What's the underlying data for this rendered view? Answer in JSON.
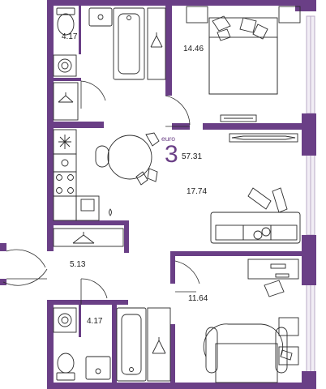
{
  "colors": {
    "wall": "#6a3f86",
    "line": "#2b2b2b",
    "window": "#d8cde0",
    "background": "#ffffff"
  },
  "apartment": {
    "class_label": "euro",
    "rooms": "3",
    "total_area": "57.31"
  },
  "rooms": {
    "bathroom_top": "4.17",
    "bedroom_top": "14.46",
    "living_kitchen": "17.74",
    "hallway": "5.13",
    "bathroom_bottom": "4.17",
    "bedroom_bottom": "11.64"
  },
  "icons": [
    "snowflake-icon",
    "hanger-icon",
    "washing-machine-icon",
    "toilet-icon",
    "bathtub-icon",
    "sink-icon",
    "bed-icon",
    "sofa-icon",
    "tv-icon",
    "dining-table-icon",
    "stove-icon",
    "desk-icon",
    "armchair-icon"
  ]
}
